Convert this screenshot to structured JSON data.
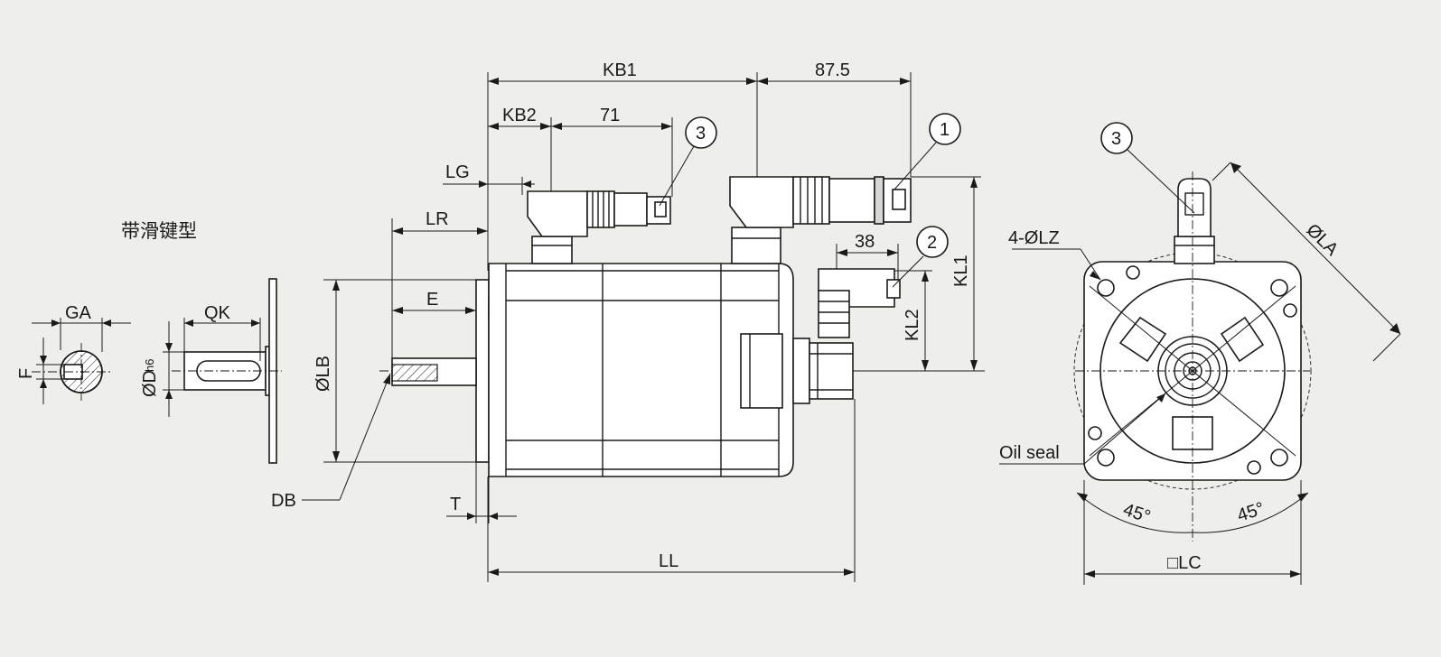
{
  "title": "带滑键型",
  "dimensions": {
    "kb1": "KB1",
    "d875": "87.5",
    "kb2": "KB2",
    "d71": "71",
    "lg": "LG",
    "lr": "LR",
    "e": "E",
    "d38": "38",
    "lb": "ØLB",
    "kl1": "KL1",
    "kl2": "KL2",
    "db": "DB",
    "t": "T",
    "ll": "LL",
    "ga": "GA",
    "qk": "QK",
    "f": "F",
    "d": "ØD",
    "d_tol": "h6",
    "lz": "4-ØLZ",
    "la": "ØLA",
    "oil_seal": "Oil seal",
    "angle1": "45°",
    "angle2": "45°",
    "lc": "□LC"
  },
  "callouts": {
    "c1": "1",
    "c2": "2",
    "c3a": "3",
    "c3b": "3"
  }
}
